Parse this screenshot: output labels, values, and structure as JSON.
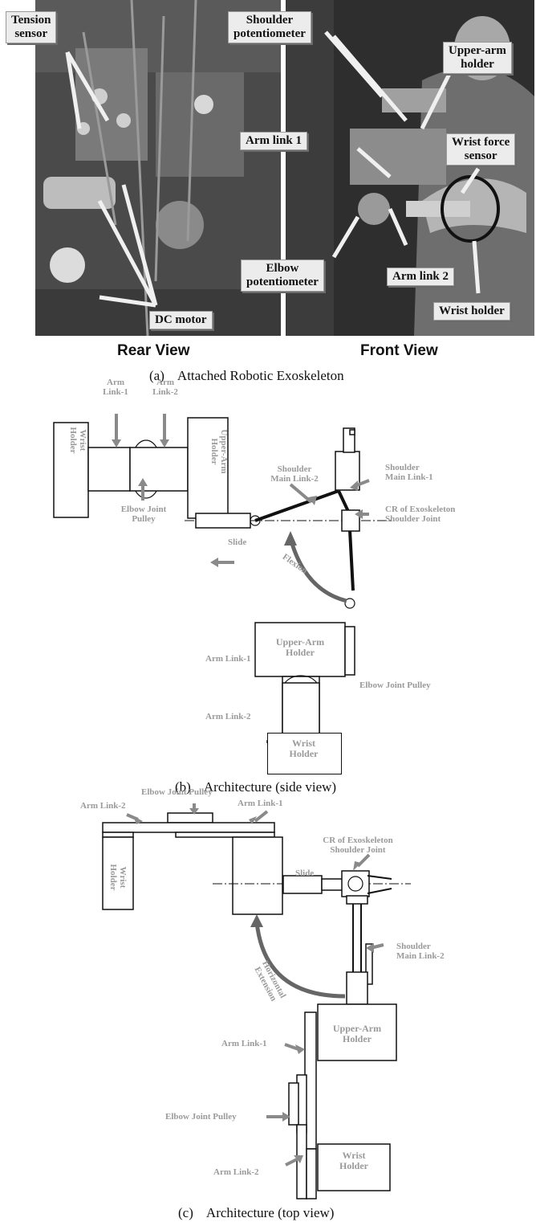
{
  "panel_a": {
    "rear_callouts": {
      "tension_sensor": "Tension\nsensor",
      "dc_motor": "DC motor"
    },
    "front_callouts": {
      "shoulder_pot": "Shoulder\npotentiometer",
      "upper_arm_holder": "Upper-arm\nholder",
      "arm_link_1": "Arm link 1",
      "wrist_force_sensor": "Wrist force\nsensor",
      "elbow_pot": "Elbow\npotentiometer",
      "arm_link_2": "Arm link 2",
      "wrist_holder": "Wrist holder"
    },
    "rear_view": "Rear View",
    "front_view": "Front View",
    "caption": "(a)    Attached Robotic Exoskeleton"
  },
  "panel_b": {
    "labels": {
      "wrist_holder": "Wrist\nHolder",
      "arm_link_1": "Arm\nLink-1",
      "arm_link_2": "Arm\nLink-2",
      "upper_arm_holder": "Upper-Arm\nHolder",
      "elbow_joint_pulley": "Elbow Joint\nPulley",
      "shoulder_main_link_2": "Shoulder\nMain Link-2",
      "shoulder_main_link_1": "Shoulder\nMain Link-1",
      "cr_shoulder": "CR of Exoskeleton\nShoulder Joint",
      "slide": "Slide",
      "flexion": "Flexion",
      "upper_arm_holder_lower": "Upper-Arm\nHolder",
      "arm_link_1_lower": "Arm Link-1",
      "elbow_joint_pulley_lower": "Elbow Joint Pulley",
      "arm_link_2_lower": "Arm Link-2",
      "wrist_holder_lower": "Wrist\nHolder"
    },
    "caption": "(b)    Architecture (side view)"
  },
  "panel_c": {
    "labels": {
      "elbow_joint_pulley": "Elbow Joint Pulley",
      "arm_link_2": "Arm Link-2",
      "arm_link_1": "Arm Link-1",
      "cr_shoulder": "CR of Exoskeleton\nShoulder Joint",
      "slide": "Slide",
      "wrist_holder": "Wrist\nHolder",
      "shoulder_main_link_2": "Shoulder\nMain Link-2",
      "horizontal_extension": "Horizontal\nExtension",
      "upper_arm_holder": "Upper-Arm\nHolder",
      "arm_link_1_lower": "Arm Link-1",
      "elbow_joint_pulley_lower": "Elbow Joint Pulley",
      "arm_link_2_lower": "Arm Link-2",
      "wrist_holder_lower": "Wrist\nHolder"
    },
    "caption": "(c)    Architecture (top view)"
  }
}
